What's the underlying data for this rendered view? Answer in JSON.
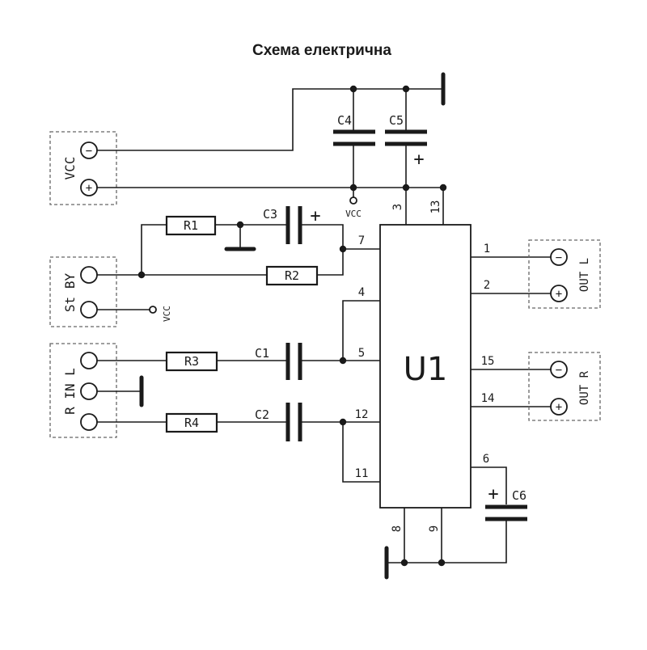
{
  "title": "Схема електрична",
  "chip": {
    "name": "U1"
  },
  "pins": {
    "p1": "1",
    "p2": "2",
    "p3": "3",
    "p4": "4",
    "p5": "5",
    "p6": "6",
    "p7": "7",
    "p8": "8",
    "p9": "9",
    "p11": "11",
    "p12": "12",
    "p13": "13",
    "p14": "14",
    "p15": "15"
  },
  "components": {
    "R1": "R1",
    "R2": "R2",
    "R3": "R3",
    "R4": "R4",
    "C1": "C1",
    "C2": "C2",
    "C3": "C3",
    "C4": "C4",
    "C5": "C5",
    "C6": "C6"
  },
  "labels": {
    "vcc_node_1": "VCC",
    "vcc_node_2": "VCC",
    "conn_vcc": "VCC",
    "conn_stby": "St BY",
    "conn_input": "R IN L",
    "conn_out_l": "OUT L",
    "conn_out_r": "OUT R",
    "minus": "−",
    "plus": "+"
  },
  "colors": {
    "ink": "#1a1a1a",
    "paper": "#ffffff",
    "connector_border": "#666666"
  }
}
